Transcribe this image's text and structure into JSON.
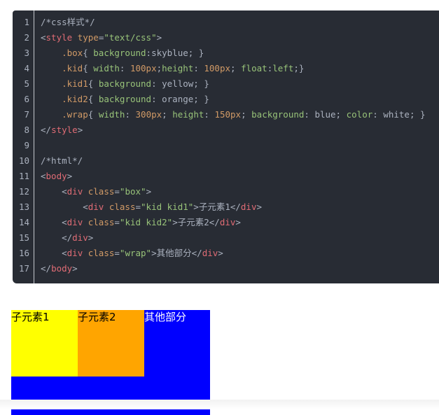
{
  "code": {
    "line_numbers": [
      "1",
      "2",
      "3",
      "4",
      "5",
      "6",
      "7",
      "8",
      "9",
      "10",
      "11",
      "12",
      "13",
      "14",
      "15",
      "16",
      "17"
    ],
    "lines": [
      [
        {
          "t": "/*css样式*/",
          "c": "comment"
        }
      ],
      [
        {
          "t": "<",
          "c": "punct"
        },
        {
          "t": "style",
          "c": "tag"
        },
        {
          "t": " ",
          "c": "punct"
        },
        {
          "t": "type",
          "c": "attr"
        },
        {
          "t": "=",
          "c": "punct"
        },
        {
          "t": "\"text/css\"",
          "c": "str"
        },
        {
          "t": ">",
          "c": "punct"
        }
      ],
      [
        {
          "t": "    ",
          "c": "punct"
        },
        {
          "t": ".box",
          "c": "sel"
        },
        {
          "t": "{ ",
          "c": "punct"
        },
        {
          "t": "background",
          "c": "prop"
        },
        {
          "t": ":skyblue; }",
          "c": "val"
        }
      ],
      [
        {
          "t": "    ",
          "c": "punct"
        },
        {
          "t": ".kid",
          "c": "sel"
        },
        {
          "t": "{ ",
          "c": "punct"
        },
        {
          "t": "width",
          "c": "prop"
        },
        {
          "t": ": ",
          "c": "val"
        },
        {
          "t": "100px",
          "c": "num"
        },
        {
          "t": ";",
          "c": "val"
        },
        {
          "t": "height",
          "c": "prop"
        },
        {
          "t": ": ",
          "c": "val"
        },
        {
          "t": "100px",
          "c": "num"
        },
        {
          "t": "; ",
          "c": "val"
        },
        {
          "t": "float",
          "c": "prop"
        },
        {
          "t": ":",
          "c": "val"
        },
        {
          "t": "left",
          "c": "prop"
        },
        {
          "t": ";}",
          "c": "val"
        }
      ],
      [
        {
          "t": "    ",
          "c": "punct"
        },
        {
          "t": ".kid1",
          "c": "sel"
        },
        {
          "t": "{ ",
          "c": "punct"
        },
        {
          "t": "background",
          "c": "prop"
        },
        {
          "t": ": yellow; }",
          "c": "val"
        }
      ],
      [
        {
          "t": "    ",
          "c": "punct"
        },
        {
          "t": ".kid2",
          "c": "sel"
        },
        {
          "t": "{ ",
          "c": "punct"
        },
        {
          "t": "background",
          "c": "prop"
        },
        {
          "t": ": orange; }",
          "c": "val"
        }
      ],
      [
        {
          "t": "    ",
          "c": "punct"
        },
        {
          "t": ".wrap",
          "c": "sel"
        },
        {
          "t": "{ ",
          "c": "punct"
        },
        {
          "t": "width",
          "c": "prop"
        },
        {
          "t": ": ",
          "c": "val"
        },
        {
          "t": "300px",
          "c": "num"
        },
        {
          "t": "; ",
          "c": "val"
        },
        {
          "t": "height",
          "c": "prop"
        },
        {
          "t": ": ",
          "c": "val"
        },
        {
          "t": "150px",
          "c": "num"
        },
        {
          "t": "; ",
          "c": "val"
        },
        {
          "t": "background",
          "c": "prop"
        },
        {
          "t": ": blue; ",
          "c": "val"
        },
        {
          "t": "color",
          "c": "prop"
        },
        {
          "t": ": white; }",
          "c": "val"
        }
      ],
      [
        {
          "t": "</",
          "c": "punct"
        },
        {
          "t": "style",
          "c": "tag"
        },
        {
          "t": ">",
          "c": "punct"
        }
      ],
      [
        {
          "t": "",
          "c": "punct"
        }
      ],
      [
        {
          "t": "/*html*/",
          "c": "comment"
        }
      ],
      [
        {
          "t": "<",
          "c": "punct"
        },
        {
          "t": "body",
          "c": "tag"
        },
        {
          "t": ">",
          "c": "punct"
        }
      ],
      [
        {
          "t": "    <",
          "c": "punct"
        },
        {
          "t": "div",
          "c": "tag"
        },
        {
          "t": " ",
          "c": "punct"
        },
        {
          "t": "class",
          "c": "attr"
        },
        {
          "t": "=",
          "c": "punct"
        },
        {
          "t": "\"box\"",
          "c": "str"
        },
        {
          "t": ">",
          "c": "punct"
        }
      ],
      [
        {
          "t": "        <",
          "c": "punct"
        },
        {
          "t": "div",
          "c": "tag"
        },
        {
          "t": " ",
          "c": "punct"
        },
        {
          "t": "class",
          "c": "attr"
        },
        {
          "t": "=",
          "c": "punct"
        },
        {
          "t": "\"kid kid1\"",
          "c": "str"
        },
        {
          "t": ">",
          "c": "punct"
        },
        {
          "t": "子元素1",
          "c": "text"
        },
        {
          "t": "</",
          "c": "punct"
        },
        {
          "t": "div",
          "c": "tag"
        },
        {
          "t": ">",
          "c": "punct"
        }
      ],
      [
        {
          "t": "    <",
          "c": "punct"
        },
        {
          "t": "div",
          "c": "tag"
        },
        {
          "t": " ",
          "c": "punct"
        },
        {
          "t": "class",
          "c": "attr"
        },
        {
          "t": "=",
          "c": "punct"
        },
        {
          "t": "\"kid kid2\"",
          "c": "str"
        },
        {
          "t": ">",
          "c": "punct"
        },
        {
          "t": "子元素2",
          "c": "text"
        },
        {
          "t": "</",
          "c": "punct"
        },
        {
          "t": "div",
          "c": "tag"
        },
        {
          "t": ">",
          "c": "punct"
        }
      ],
      [
        {
          "t": "    </",
          "c": "punct"
        },
        {
          "t": "div",
          "c": "tag"
        },
        {
          "t": ">",
          "c": "punct"
        }
      ],
      [
        {
          "t": "    <",
          "c": "punct"
        },
        {
          "t": "div",
          "c": "tag"
        },
        {
          "t": " ",
          "c": "punct"
        },
        {
          "t": "class",
          "c": "attr"
        },
        {
          "t": "=",
          "c": "punct"
        },
        {
          "t": "\"wrap\"",
          "c": "str"
        },
        {
          "t": ">",
          "c": "punct"
        },
        {
          "t": "其他部分",
          "c": "text"
        },
        {
          "t": "</",
          "c": "punct"
        },
        {
          "t": "div",
          "c": "tag"
        },
        {
          "t": ">",
          "c": "punct"
        }
      ],
      [
        {
          "t": "</",
          "c": "punct"
        },
        {
          "t": "body",
          "c": "tag"
        },
        {
          "t": ">",
          "c": "punct"
        }
      ]
    ]
  },
  "demo": {
    "kid1_label": "子元素1",
    "kid2_label": "子元素2",
    "wrap_label": "其他部分",
    "colors": {
      "kid1": "#ffff00",
      "kid2": "#ffa500",
      "wrap": "#0000ff",
      "wrap_text": "#ffffff"
    }
  },
  "theme": {
    "code_bg": "#282c34",
    "tag": "#e06c75",
    "attr": "#d19a66",
    "string": "#98c379",
    "plain": "#abb2bf"
  }
}
